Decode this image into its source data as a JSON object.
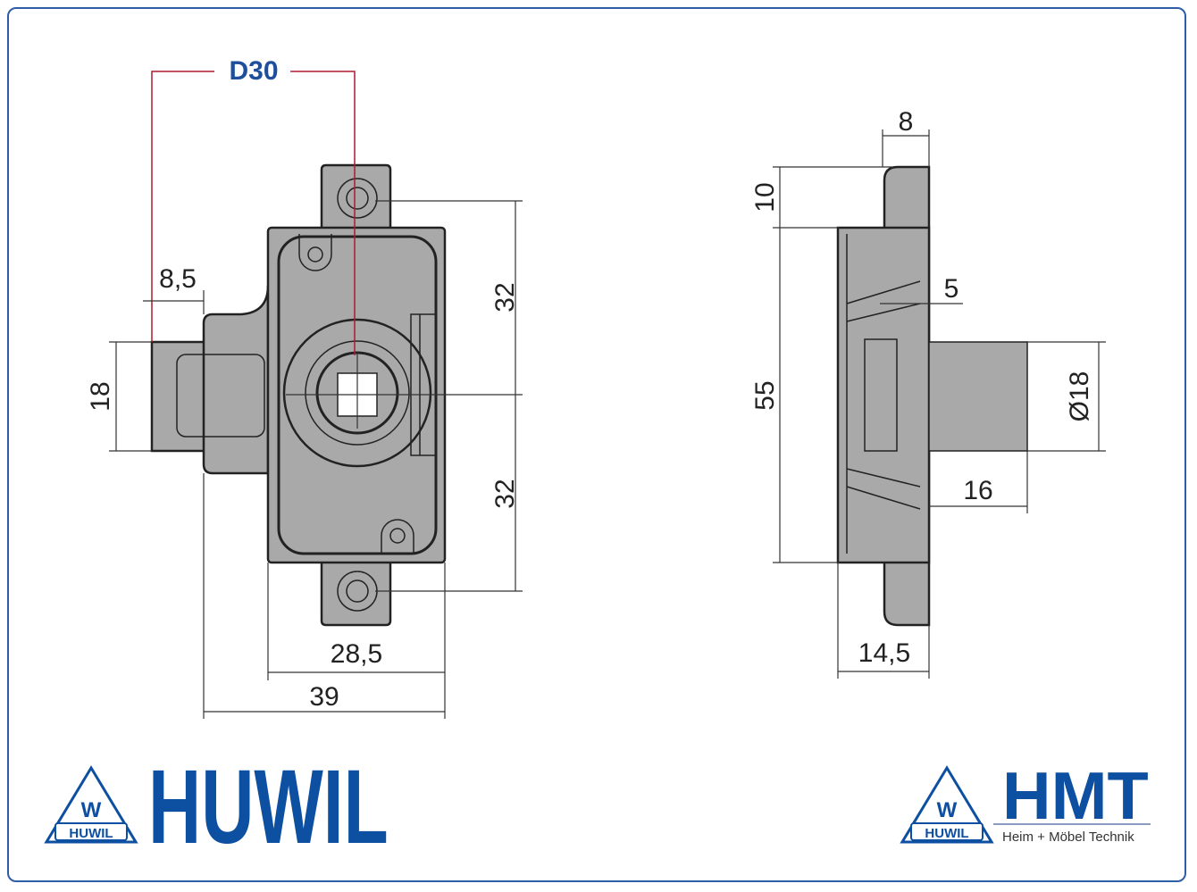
{
  "front_view": {
    "center_distance_label": "D30",
    "dims": {
      "offset_left": "8,5",
      "height_bolt": "18",
      "upper_spacing": "32",
      "lower_spacing": "32",
      "body_width": "28,5",
      "total_width": "39"
    }
  },
  "side_view": {
    "dims": {
      "flange_thickness": "8",
      "flange_top": "10",
      "body_height": "55",
      "depth_step": "5",
      "cylinder_diameter": "Ø18",
      "cylinder_length": "16",
      "body_depth": "14,5"
    }
  },
  "logos": {
    "huwil_mark": "HUWIL",
    "huwil_wordmark": "HUWIL",
    "hmt_mark": "HUWIL",
    "hmt_wordmark": "HMT",
    "hmt_tagline": "Heim + Möbel Technik"
  },
  "colors": {
    "brand_blue": "#0d4fa0",
    "dimension_red": "#b0192e",
    "part_gray": "#a9a9a9"
  }
}
